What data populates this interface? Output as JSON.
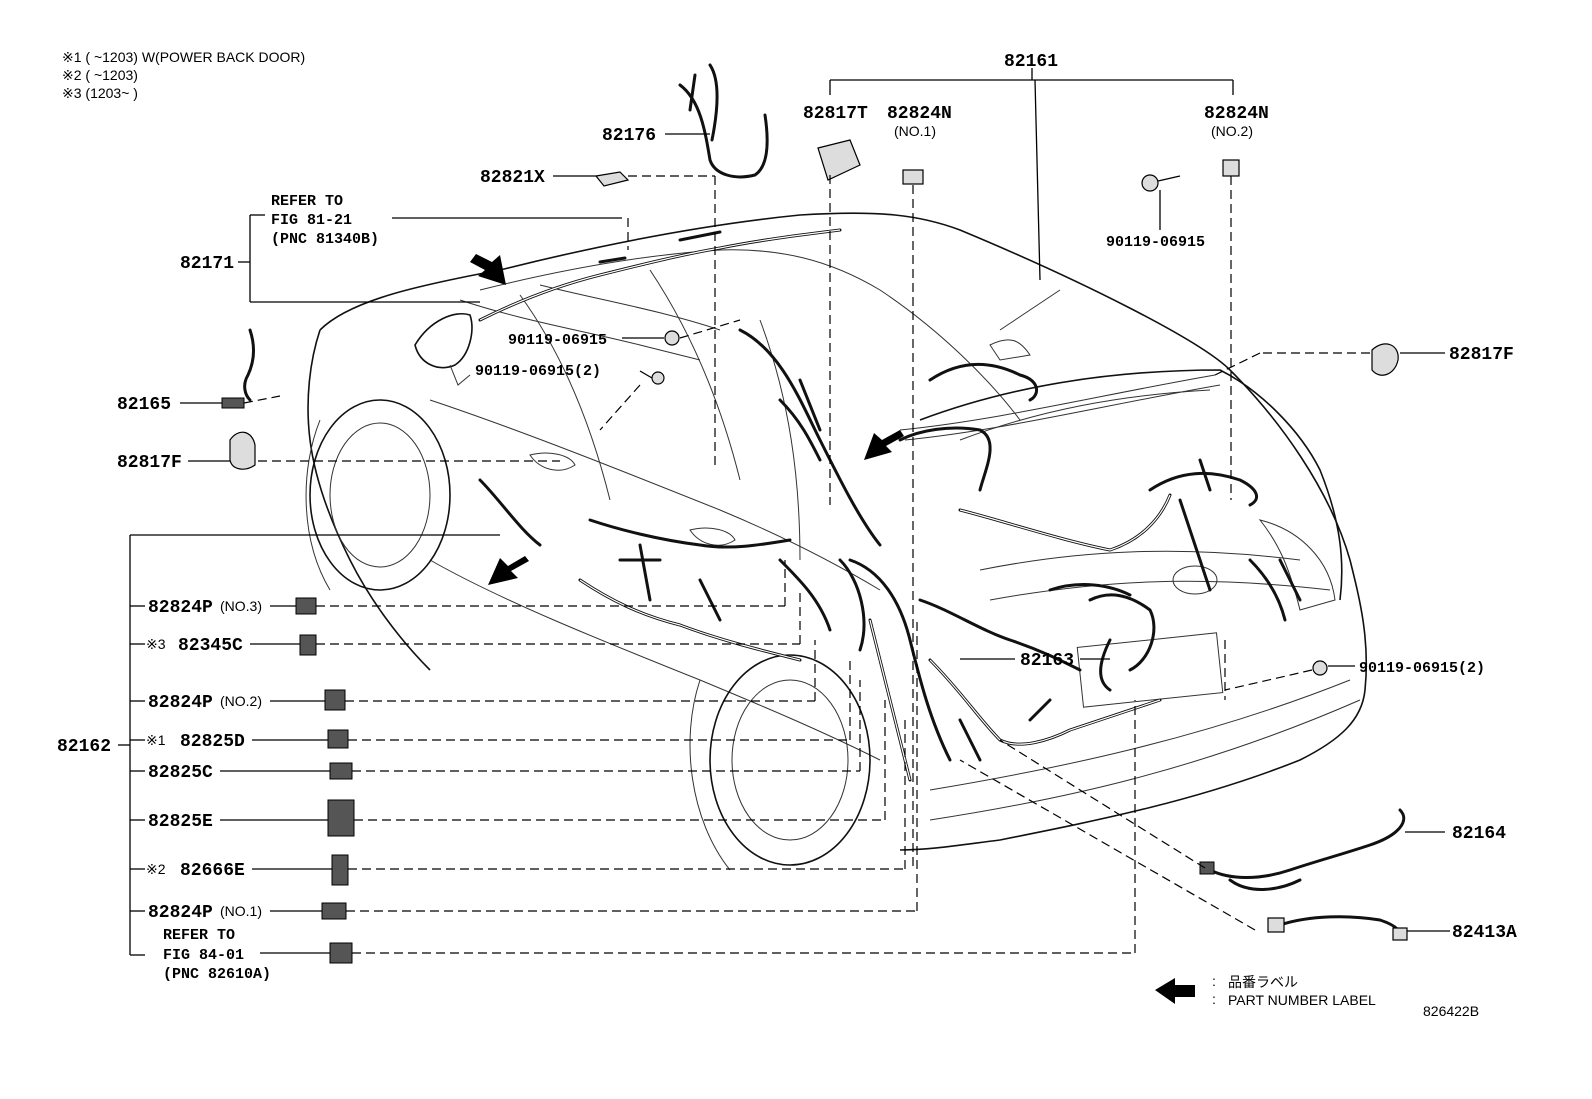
{
  "notes": [
    "※1 (      ~1203) W(POWER BACK DOOR)",
    "※2 (      ~1203)",
    "※3 (1203~      )"
  ],
  "parts": {
    "p82161": "82161",
    "p82817T": "82817T",
    "p82824N_1": "82824N",
    "p82824N_1_sub": "(NO.1)",
    "p82824N_2": "82824N",
    "p82824N_2_sub": "(NO.2)",
    "p82176": "82176",
    "p82821X": "82821X",
    "refer_fig8121": [
      "REFER TO",
      "FIG 81-21",
      "(PNC 81340B)"
    ],
    "p82171": "82171",
    "p90119_top": "90119-06915",
    "p90119_a": "90119-06915",
    "p90119_b": "90119-06915(2)",
    "p90119_rear": "90119-06915(2)",
    "p82165": "82165",
    "p82817F_left": "82817F",
    "p82817F_right": "82817F",
    "p82162": "82162",
    "p82163": "82163",
    "p82164": "82164",
    "p82413A": "82413A",
    "list": [
      {
        "prefix": "",
        "code": "82824P",
        "suffix": "(NO.3)"
      },
      {
        "prefix": "※3",
        "code": "82345C",
        "suffix": ""
      },
      {
        "prefix": "",
        "code": "82824P",
        "suffix": "(NO.2)"
      },
      {
        "prefix": "※1",
        "code": "82825D",
        "suffix": ""
      },
      {
        "prefix": "",
        "code": "82825C",
        "suffix": ""
      },
      {
        "prefix": "",
        "code": "82825E",
        "suffix": ""
      },
      {
        "prefix": "※2",
        "code": "82666E",
        "suffix": ""
      },
      {
        "prefix": "",
        "code": "82824P",
        "suffix": "(NO.1)"
      }
    ],
    "refer_fig8401": [
      "REFER TO",
      "FIG 84-01",
      "(PNC 82610A)"
    ]
  },
  "legend": {
    "jp": "品番ラベル",
    "en": "PART NUMBER LABEL"
  },
  "figure_id": "826422B"
}
